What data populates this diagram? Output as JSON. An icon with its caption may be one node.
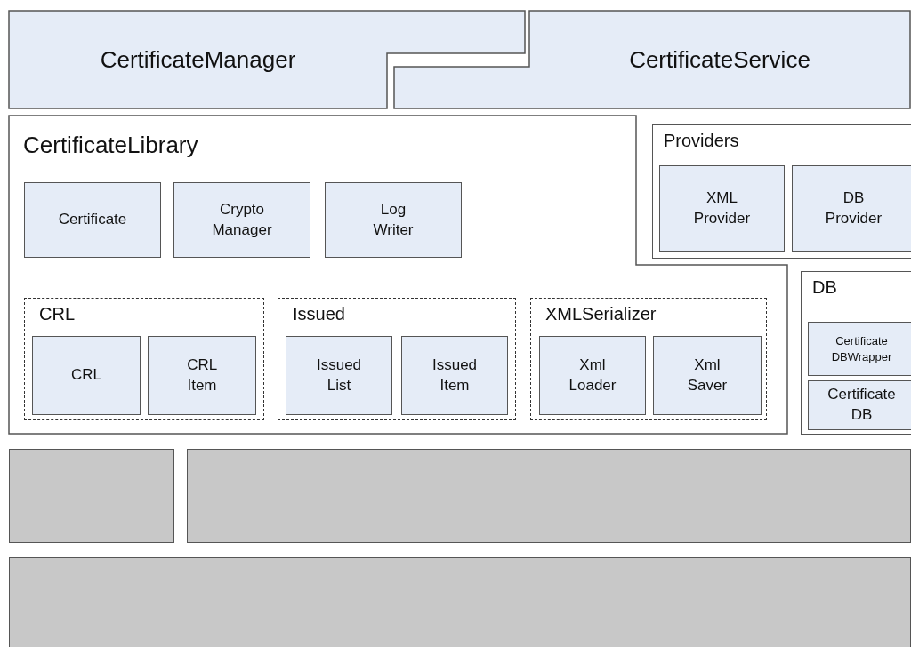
{
  "diagram": {
    "nodes": [
      {
        "text": [
          "CertificateManager"
        ]
      },
      {
        "text": [
          "CertificateService"
        ]
      },
      {
        "text": [
          "CertificateLibrary"
        ]
      },
      {
        "text": [
          "Certificate"
        ],
        "in": 2
      },
      {
        "text": [
          "Crypto Manager"
        ],
        "in": 2
      },
      {
        "text": [
          "Log Writer"
        ],
        "in": 2
      },
      {
        "text": [
          "CRL"
        ],
        "in": 2
      },
      {
        "text": [
          "CRL"
        ],
        "in": 6
      },
      {
        "text": [
          "CRL Item"
        ],
        "in": 6
      },
      {
        "text": [
          "Issued"
        ],
        "in": 2
      },
      {
        "text": [
          "Issued List"
        ],
        "in": 9
      },
      {
        "text": [
          "Issued Item"
        ],
        "in": 9
      },
      {
        "text": [
          "XMLSerializer"
        ],
        "in": 2
      },
      {
        "text": [
          "Xml Loader"
        ],
        "in": 12
      },
      {
        "text": [
          "Xml Saver"
        ],
        "in": 12
      },
      {
        "text": [
          "Providers"
        ]
      },
      {
        "text": [
          "XML Provider"
        ],
        "in": 15
      },
      {
        "text": [
          "DB Provider"
        ],
        "in": 15
      },
      {
        "text": [
          "DB"
        ]
      },
      {
        "text": [
          "Certificate DBWrapper"
        ],
        "in": 18
      },
      {
        "text": [
          "Certificate DB"
        ],
        "in": 18
      },
      {
        "text": [],
        "shape": "box"
      },
      {
        "text": [],
        "shape": "box"
      },
      {
        "text": [],
        "shape": "box"
      }
    ]
  }
}
